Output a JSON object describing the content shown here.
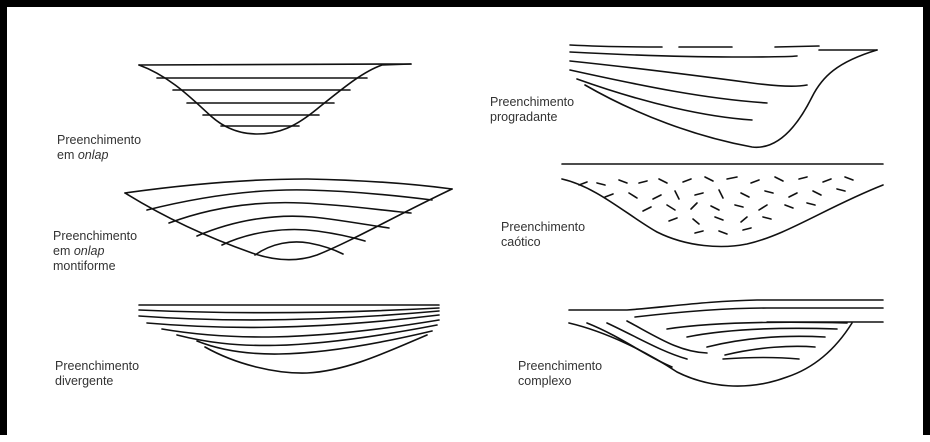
{
  "figure": {
    "captions": {
      "onlap": {
        "line1": "Preenchimento",
        "line2a": "em ",
        "line2b": "onlap"
      },
      "onlap_montiforme": {
        "line1": "Preenchimento",
        "line2a": "em ",
        "line2b": "onlap",
        "line3": "montiforme"
      },
      "divergente": {
        "line1": "Preenchimento",
        "line2": "divergente"
      },
      "progradante": {
        "line1": "Preenchimento",
        "line2": "progradante"
      },
      "caotico": {
        "line1": "Preenchimento",
        "line2": "caótico"
      },
      "complexo": {
        "line1": "Preenchimento",
        "line2": "complexo"
      }
    }
  }
}
